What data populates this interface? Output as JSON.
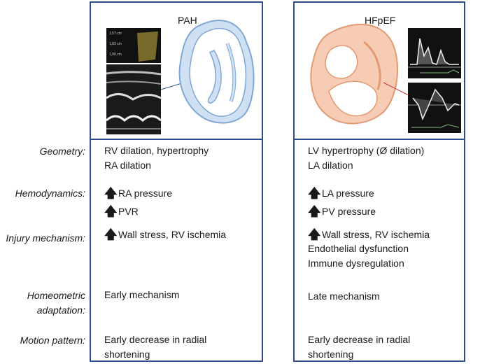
{
  "columns": {
    "pah": {
      "title": "PAH"
    },
    "hfpef": {
      "title": "HFpEF"
    }
  },
  "rows": {
    "geometry": {
      "label": "Geometry:",
      "pah": [
        "RV dilation, hypertrophy",
        "RA dilation"
      ],
      "hfpef": [
        "LV hypertrophy (Ø dilation)",
        "LA dilation"
      ]
    },
    "hemodynamics": {
      "label": "Hemodynamics:",
      "pah": [
        "RA pressure",
        "PVR"
      ],
      "hfpef": [
        "LA pressure",
        "PV pressure"
      ]
    },
    "injury": {
      "label": "Injury mechanism:",
      "pah": [
        "Wall stress, RV ischemia"
      ],
      "hfpef": [
        "Wall stress, RV ischemia",
        "Endothelial dysfunction",
        "Immune dysregulation"
      ]
    },
    "homeometric": {
      "label_line1": "Homeometric",
      "label_line2": "adaptation:",
      "pah": "Early mechanism",
      "hfpef": "Late mechanism"
    },
    "motion": {
      "label": "Motion pattern:",
      "pah": [
        "Early decrease in radial",
        "shortening"
      ],
      "hfpef": [
        "Early decrease in radial",
        "shortening"
      ]
    }
  },
  "arrow_symbol": "🡅",
  "colors": {
    "border": "#2e4b8c",
    "pah_heart_fill": "#cfe0f2",
    "pah_heart_stroke": "#7ea7d6",
    "hfpef_heart_fill": "#f6cdb4",
    "hfpef_heart_stroke": "#e29a72"
  },
  "echo_labels": [
    "1,57 cm",
    "1,83 cm",
    "1,90 cm"
  ]
}
